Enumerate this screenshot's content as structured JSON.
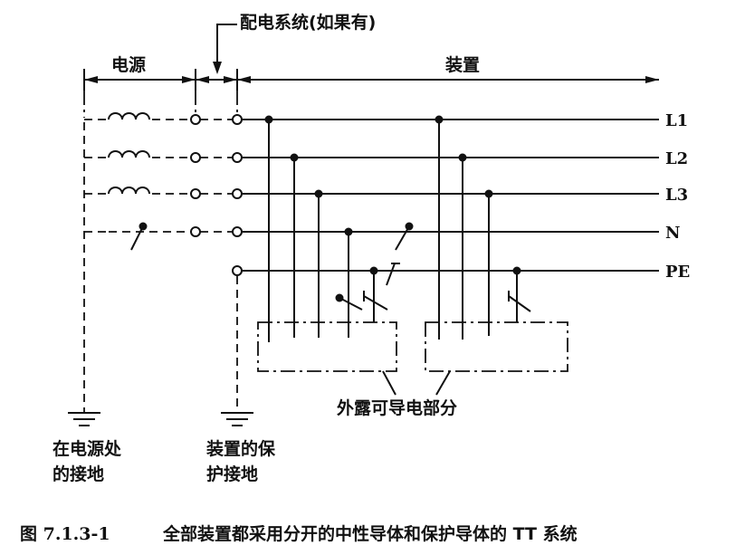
{
  "labels": {
    "distribution_system": "配电系统(如果有)",
    "source": "电源",
    "installation": "装置",
    "exposed_conductive_parts": "外露可导电部分",
    "source_earth_line1": "在电源处",
    "source_earth_line2": "的接地",
    "installation_earth_line1": "装置的保",
    "installation_earth_line2": "护接地"
  },
  "conductors": [
    "L1",
    "L2",
    "L3",
    "N",
    "PE"
  ],
  "caption": {
    "number": "图 7.1.3-1",
    "text": "全部装置都采用分开的中性导体和保护导体的 TT 系统"
  }
}
